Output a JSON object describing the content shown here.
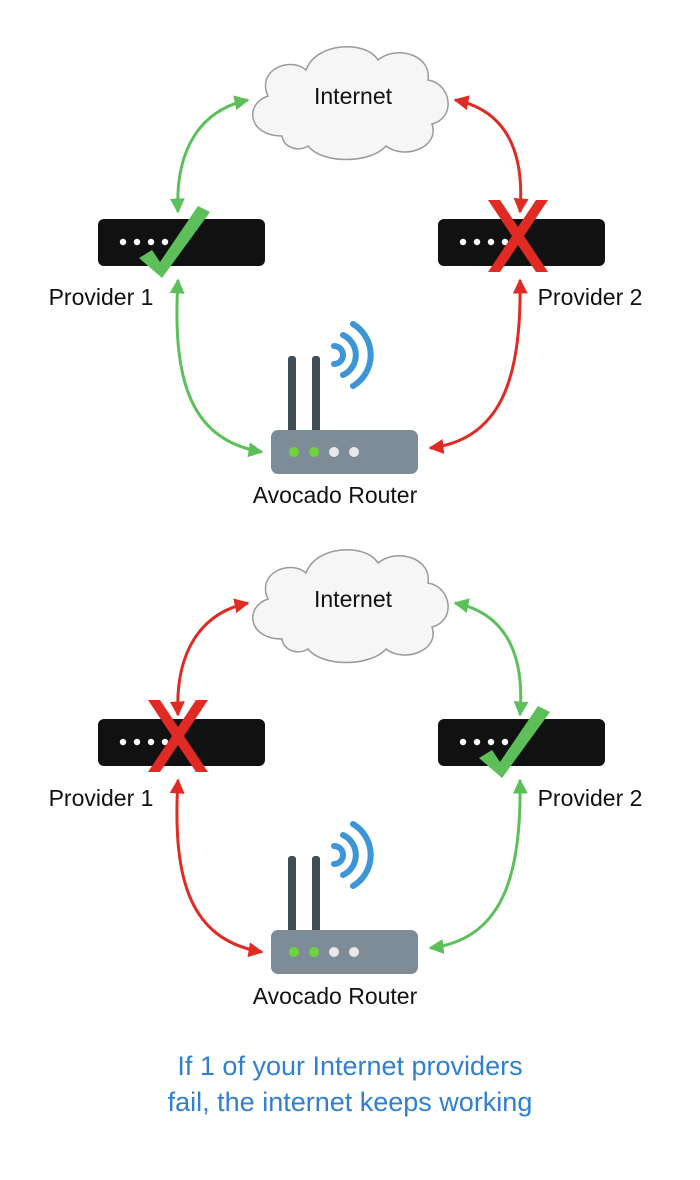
{
  "colors": {
    "ok": "#5cbf5a",
    "fail": "#e02a24",
    "modem": "#111111",
    "router": "#7d8c96",
    "router_led_on": "#6fd43a",
    "router_led_off": "#e8e8e8",
    "wifi": "#3b95d6",
    "cloud_fill": "#f6f6f6",
    "cloud_stroke": "#9a9a9a",
    "caption": "#2f7fd3"
  },
  "panels": [
    {
      "internet_label": "Internet",
      "provider1_label": "Provider 1",
      "provider2_label": "Provider 2",
      "router_label": "Avocado Router",
      "provider1_status": "ok",
      "provider2_status": "fail",
      "provider1_icon": "check-icon",
      "provider2_icon": "x-icon"
    },
    {
      "internet_label": "Internet",
      "provider1_label": "Provider 1",
      "provider2_label": "Provider 2",
      "router_label": "Avocado Router",
      "provider1_status": "fail",
      "provider2_status": "ok",
      "provider1_icon": "x-icon",
      "provider2_icon": "check-icon"
    }
  ],
  "caption": {
    "line1": "If 1 of your Internet providers",
    "line2": "fail, the internet keeps working"
  }
}
